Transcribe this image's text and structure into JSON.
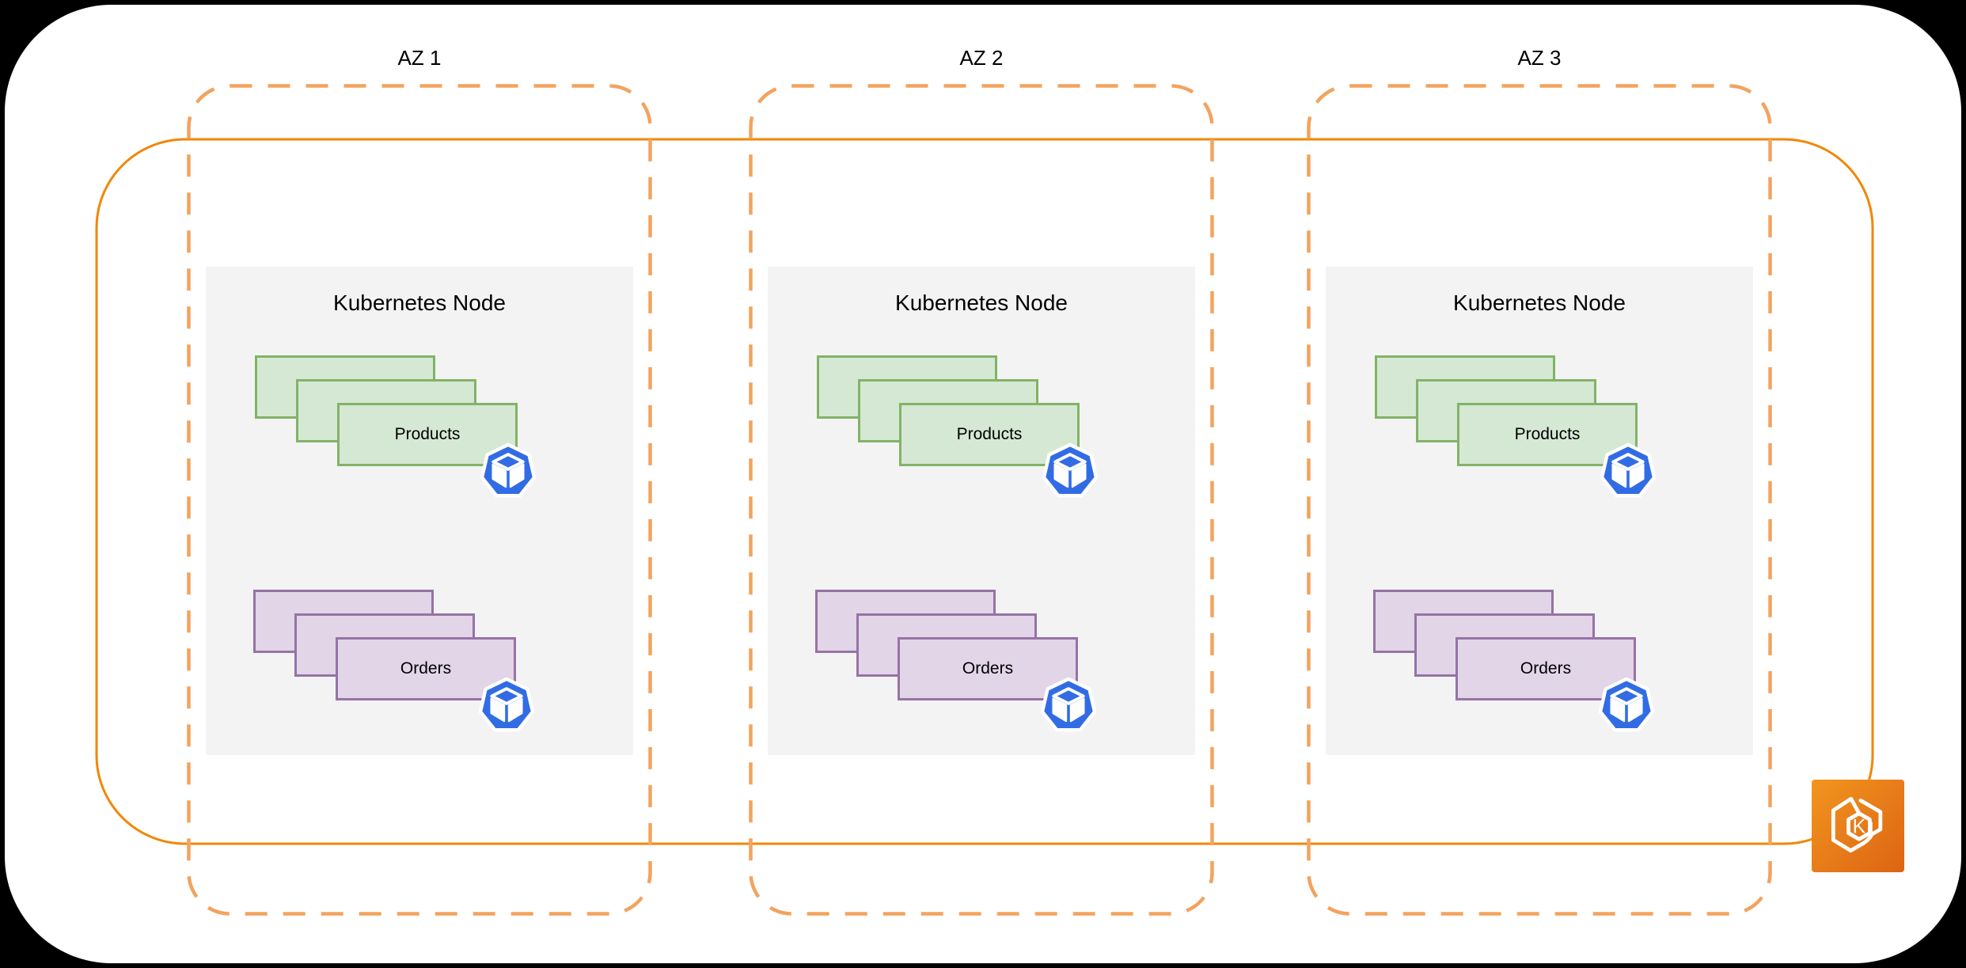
{
  "diagram": {
    "zones": [
      {
        "label": "AZ 1",
        "node": {
          "title": "Kubernetes Node",
          "products_label": "Products",
          "orders_label": "Orders"
        }
      },
      {
        "label": "AZ 2",
        "node": {
          "title": "Kubernetes Node",
          "products_label": "Products",
          "orders_label": "Orders"
        }
      },
      {
        "label": "AZ 3",
        "node": {
          "title": "Kubernetes Node",
          "products_label": "Products",
          "orders_label": "Orders"
        }
      }
    ],
    "eks_icon_letter": "K"
  },
  "colors": {
    "background": "#000000",
    "canvas": "#ffffff",
    "cluster_border": "#f18705",
    "az_border": "#f2a35f",
    "node_fill": "#f3f3f3",
    "products_fill": "#d5e8d4",
    "products_border": "#82b366",
    "orders_fill": "#e1d5e7",
    "orders_border": "#9673a6",
    "pod_blue": "#326ce5",
    "eks_gradient_start": "#f2951f",
    "eks_gradient_end": "#dd6413",
    "text": "#000000"
  }
}
